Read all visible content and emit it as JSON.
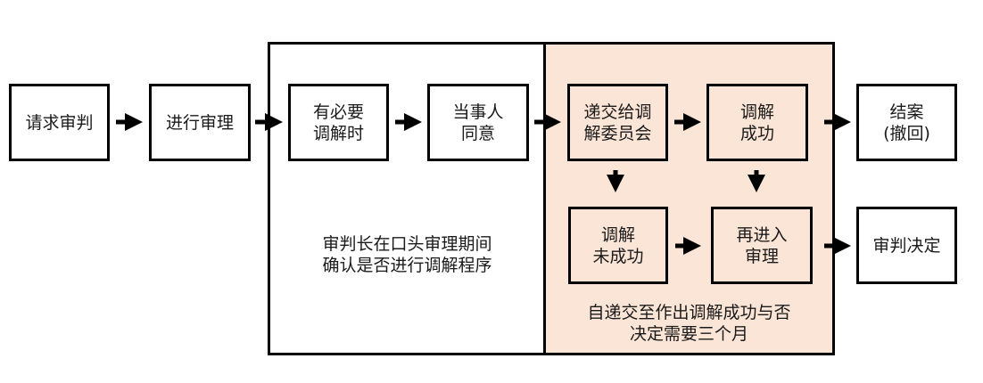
{
  "diagram": {
    "steps": {
      "request_trial": "请求审判",
      "conduct_trial": "进行审理",
      "mediation_needed": "有必要\n调解时",
      "parties_agree": "当事人\n同意",
      "submit_committee": "递交给调\n解委员会",
      "mediation_success": "调解\n成功",
      "mediation_failed": "调解\n未成功",
      "re_enter_trial": "再进入\n审理",
      "case_closed": "结案\n(撤回)",
      "trial_decision": "审判决定"
    },
    "notes": {
      "judge_note": "审判长在口头审理期间\n确认是否进行调解程序",
      "duration_note": "自递交至作出调解成功与否\n决定需要三个月"
    },
    "colors": {
      "shaded_region": "#fbe5d6",
      "border": "#000000"
    }
  }
}
